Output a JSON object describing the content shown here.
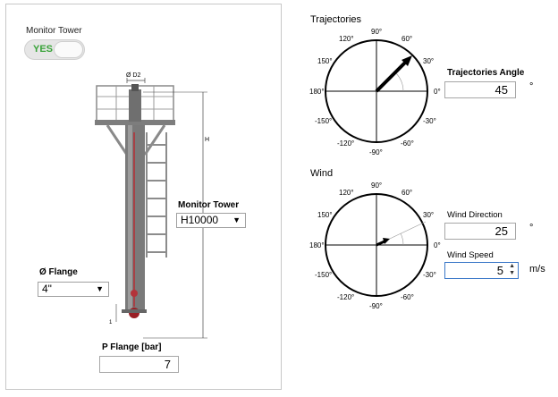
{
  "monitor_toggle": {
    "label": "Monitor Tower",
    "state_text": "YES"
  },
  "tower_drawing": {
    "d2_label": "Ø D2",
    "h_label": "H",
    "small_label": "1"
  },
  "monitor_tower": {
    "label": "Monitor Tower",
    "selected": "H10000"
  },
  "flange": {
    "label": "Ø Flange",
    "selected": "4\""
  },
  "p_flange": {
    "label": "P Flange [bar]",
    "value": "7"
  },
  "trajectories": {
    "title": "Trajectories",
    "angle_label": "Trajectories Angle",
    "angle_value": "45",
    "angle_unit": "°",
    "ticks": {
      "t0": "0°",
      "t30": "30°",
      "t60": "60°",
      "t90": "90°",
      "t120": "120°",
      "t150": "150°",
      "t180": "180°",
      "tm150": "-150°",
      "tm120": "-120°",
      "tm90": "-90°",
      "tm60": "-60°",
      "tm30": "-30°"
    }
  },
  "wind": {
    "title": "Wind",
    "direction_label": "Wind Direction",
    "direction_value": "25",
    "direction_unit": "°",
    "speed_label": "Wind Speed",
    "speed_value": "5",
    "speed_unit": "m/s",
    "ticks": {
      "t0": "0°",
      "t30": "30°",
      "t60": "60°",
      "t90": "90°",
      "t120": "120°",
      "t150": "150°",
      "t180": "180°",
      "tm150": "-150°",
      "tm120": "-120°",
      "tm90": "-90°",
      "tm60": "-60°",
      "tm30": "-30°"
    }
  }
}
